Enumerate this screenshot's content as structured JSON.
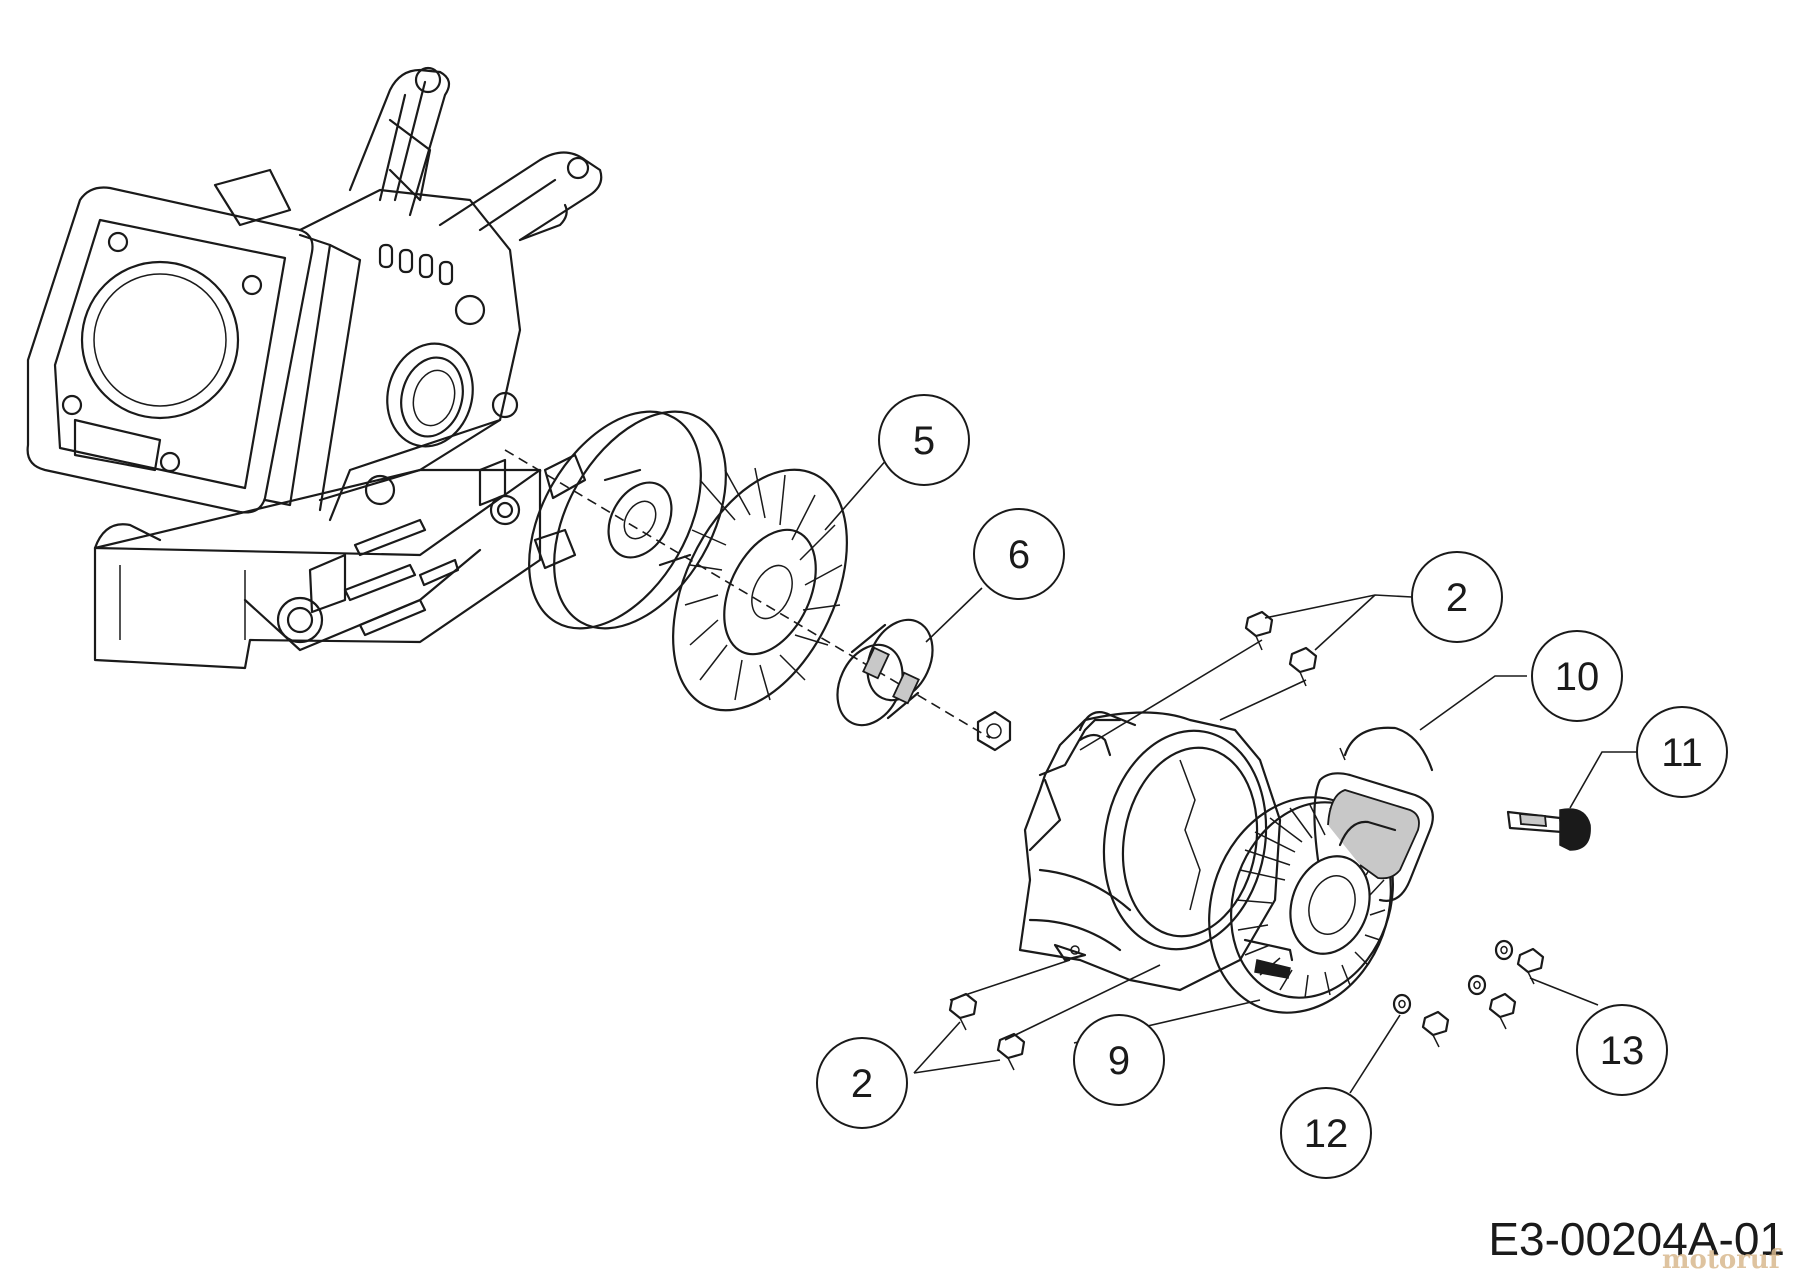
{
  "diagram": {
    "drawing_code": "E3-00204A-01",
    "watermark": "motoruf",
    "callouts": [
      {
        "label": "5"
      },
      {
        "label": "6"
      },
      {
        "label": "2"
      },
      {
        "label": "10"
      },
      {
        "label": "11"
      },
      {
        "label": "9"
      },
      {
        "label": "2"
      },
      {
        "label": "12"
      },
      {
        "label": "13"
      }
    ],
    "colors": {
      "line": "#1a1a1a",
      "background": "#ffffff",
      "watermark": "#d9b98f"
    }
  }
}
